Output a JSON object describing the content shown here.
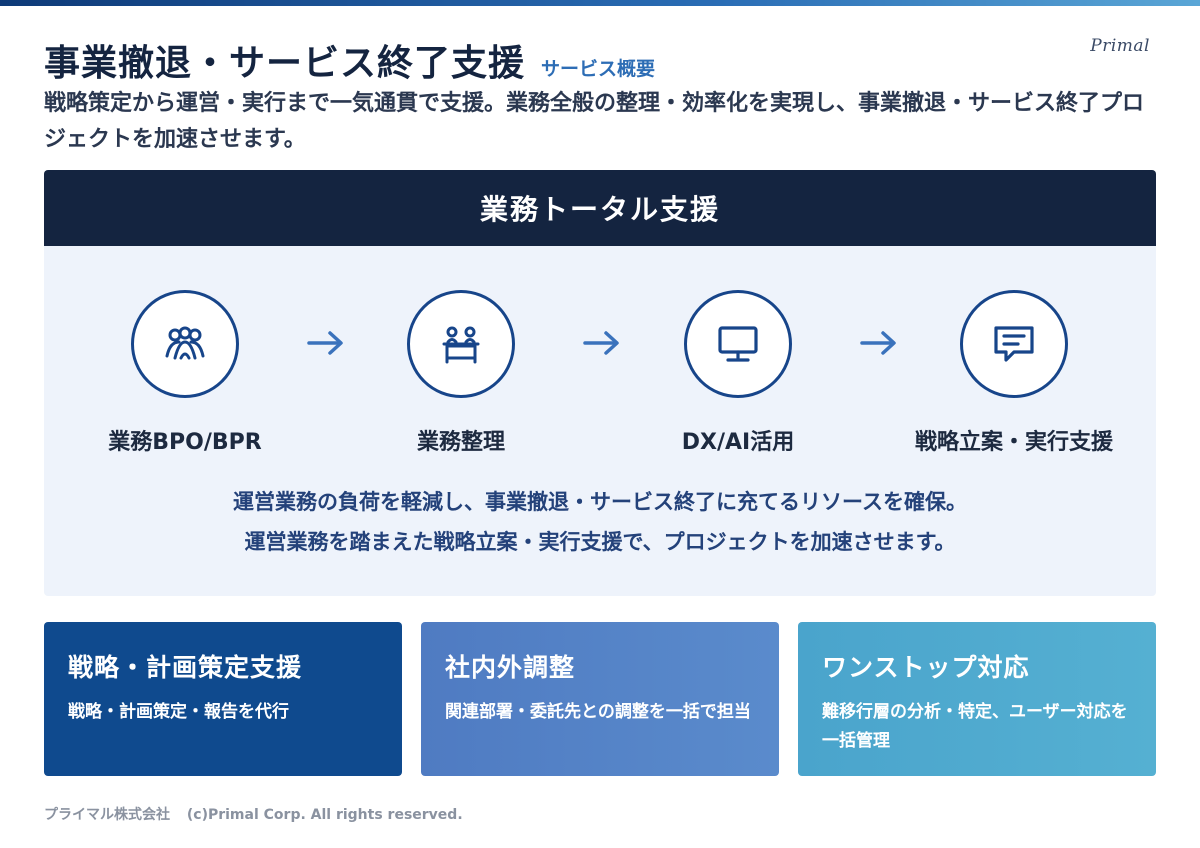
{
  "header": {
    "title": "事業撤退・サービス終了支援",
    "tag": "サービス概要",
    "logo": "Primal"
  },
  "lead": "戦略策定から運営・実行まで一気通貫で支援。業務全般の整理・効率化を実現し、事業撤退・サービス終了プロジェクトを加速させます。",
  "panel": {
    "title": "業務トータル支援",
    "steps": [
      {
        "label": "業務BPO/BPR",
        "icon": "people-group-icon"
      },
      {
        "label": "業務整理",
        "icon": "workstation-desk-icon"
      },
      {
        "label": "DX/AI活用",
        "icon": "monitor-icon"
      },
      {
        "label": "戦略立案・実行支援",
        "icon": "chat-bubble-icon"
      }
    ],
    "text_line1": "運営業務の負荷を軽減し、事業撤退・サービス終了に充てるリソースを確保。",
    "text_line2": "運営業務を踏まえた戦略立案・実行支援で、プロジェクトを加速させます。"
  },
  "cards": [
    {
      "title": "戦略・計画策定支援",
      "text": "戦略・計画策定・報告を代行"
    },
    {
      "title": "社内外調整",
      "text": "関連部署・委託先との調整を一括で担当"
    },
    {
      "title": "ワンストップ対応",
      "text": "難移行層の分析・特定、ユーザー対応を一括管理"
    }
  ],
  "footer": {
    "company": "プライマル株式会社",
    "copyright": "(c)Primal Corp. All rights reserved."
  },
  "colors": {
    "navy": "#142440",
    "accent_blue": "#17458a",
    "panel_bg": "#eef3fb",
    "card1": "#0f4a8e",
    "card2": "#5a8bcc",
    "card3": "#55b0d2"
  }
}
